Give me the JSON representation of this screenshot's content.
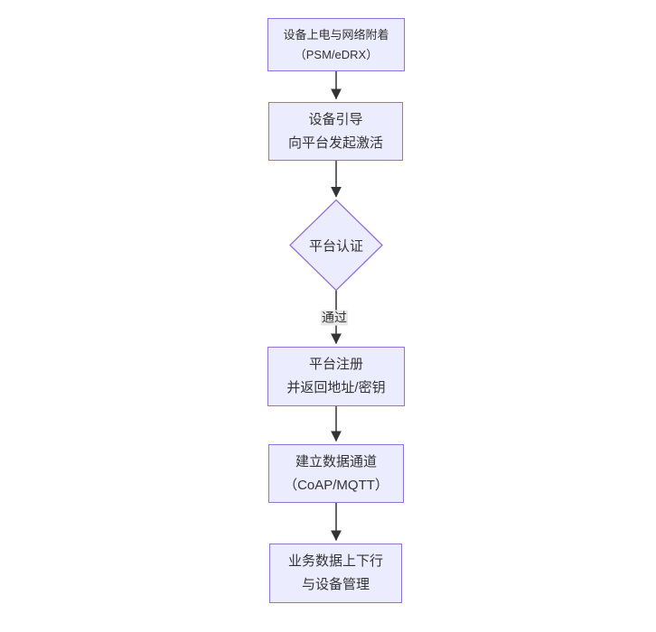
{
  "diagram": {
    "type": "flowchart-vertical",
    "colors": {
      "canvas_bg": "#ffffff",
      "node_fill": "#ECECFF",
      "node_border": "#9370DB",
      "text_color": "#333333",
      "edge_color": "#333333",
      "edge_label_bg": "#e8e8e8"
    },
    "nodes": [
      {
        "id": "power-attach",
        "shape": "rect",
        "label": "设备上电与网络附着\n（PSM/eDRX）"
      },
      {
        "id": "bootstrap",
        "shape": "rect",
        "label": "设备引导\n向平台发起激活"
      },
      {
        "id": "platform-auth",
        "shape": "diamond",
        "label": "平台认证"
      },
      {
        "id": "platform-register",
        "shape": "rect",
        "label": "平台注册\n并返回地址/密钥"
      },
      {
        "id": "data-channel",
        "shape": "rect",
        "label": "建立数据通道\n（CoAP/MQTT）"
      },
      {
        "id": "business-data",
        "shape": "rect",
        "label": "业务数据上下行\n与设备管理"
      }
    ],
    "edges": [
      {
        "from": "power-attach",
        "to": "bootstrap",
        "label": ""
      },
      {
        "from": "bootstrap",
        "to": "platform-auth",
        "label": ""
      },
      {
        "from": "platform-auth",
        "to": "platform-register",
        "label": "通过"
      },
      {
        "from": "platform-register",
        "to": "data-channel",
        "label": ""
      },
      {
        "from": "data-channel",
        "to": "business-data",
        "label": ""
      }
    ]
  }
}
